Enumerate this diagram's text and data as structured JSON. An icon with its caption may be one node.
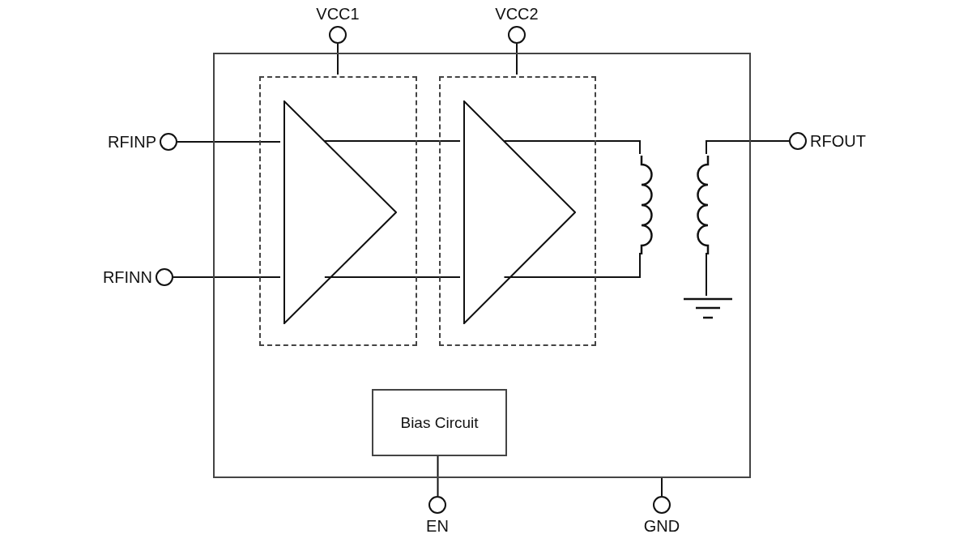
{
  "diagram": {
    "nodes": [
      {
        "text": [
          "VCC1"
        ]
      },
      {
        "text": [
          "VCC2"
        ]
      },
      {
        "text": [
          "RFINP"
        ]
      },
      {
        "text": [
          "RFINN"
        ]
      },
      {
        "text": [
          "RFOUT"
        ]
      },
      {
        "text": [],
        "shape": "box"
      },
      {
        "text": [],
        "shape": "box",
        "in": 5
      },
      {
        "text": [],
        "shape": "triangle",
        "in": 6
      },
      {
        "text": [],
        "shape": "box",
        "in": 5
      },
      {
        "text": [],
        "shape": "triangle",
        "in": 8
      },
      {
        "text": [],
        "shape": "picture",
        "in": 5
      },
      {
        "text": [],
        "shape": "picture",
        "in": 5
      },
      {
        "text": [
          "Bias Circuit"
        ],
        "in": 5
      },
      {
        "text": [
          "EN"
        ]
      },
      {
        "text": [
          "GND"
        ]
      }
    ],
    "edges": [
      {
        "from": 0,
        "to": 6,
        "arrow": "none"
      },
      {
        "from": 1,
        "to": 8,
        "arrow": "none"
      },
      {
        "from": 2,
        "to": 7,
        "arrow": "none"
      },
      {
        "from": 3,
        "to": 7,
        "arrow": "none"
      },
      {
        "from": 7,
        "to": 9,
        "arrow": "none"
      },
      {
        "from": 7,
        "to": 9,
        "arrow": "none"
      },
      {
        "from": 9,
        "to": 10,
        "arrow": "none"
      },
      {
        "from": 9,
        "to": 10,
        "arrow": "none"
      },
      {
        "from": 10,
        "to": 4,
        "arrow": "none"
      },
      {
        "from": 10,
        "to": 11,
        "arrow": "none"
      },
      {
        "from": 12,
        "to": 13,
        "arrow": "none"
      },
      {
        "from": 14,
        "to": 5,
        "arrow": "none"
      }
    ]
  }
}
